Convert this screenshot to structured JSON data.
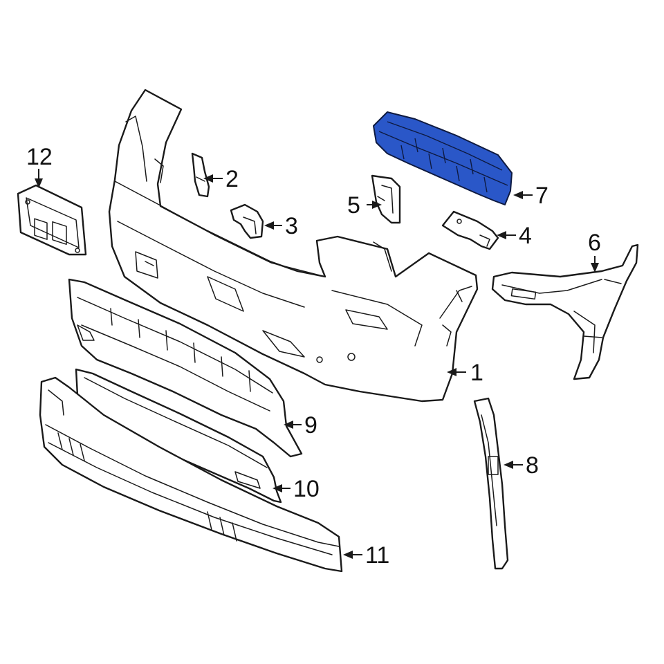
{
  "highlight_color": "#2a57c8",
  "highlighted_part": "7",
  "callouts": {
    "c1": "1",
    "c2": "2",
    "c3": "3",
    "c4": "4",
    "c5": "5",
    "c6": "6",
    "c7": "7",
    "c8": "8",
    "c9": "9",
    "c10": "10",
    "c11": "11",
    "c12": "12"
  }
}
